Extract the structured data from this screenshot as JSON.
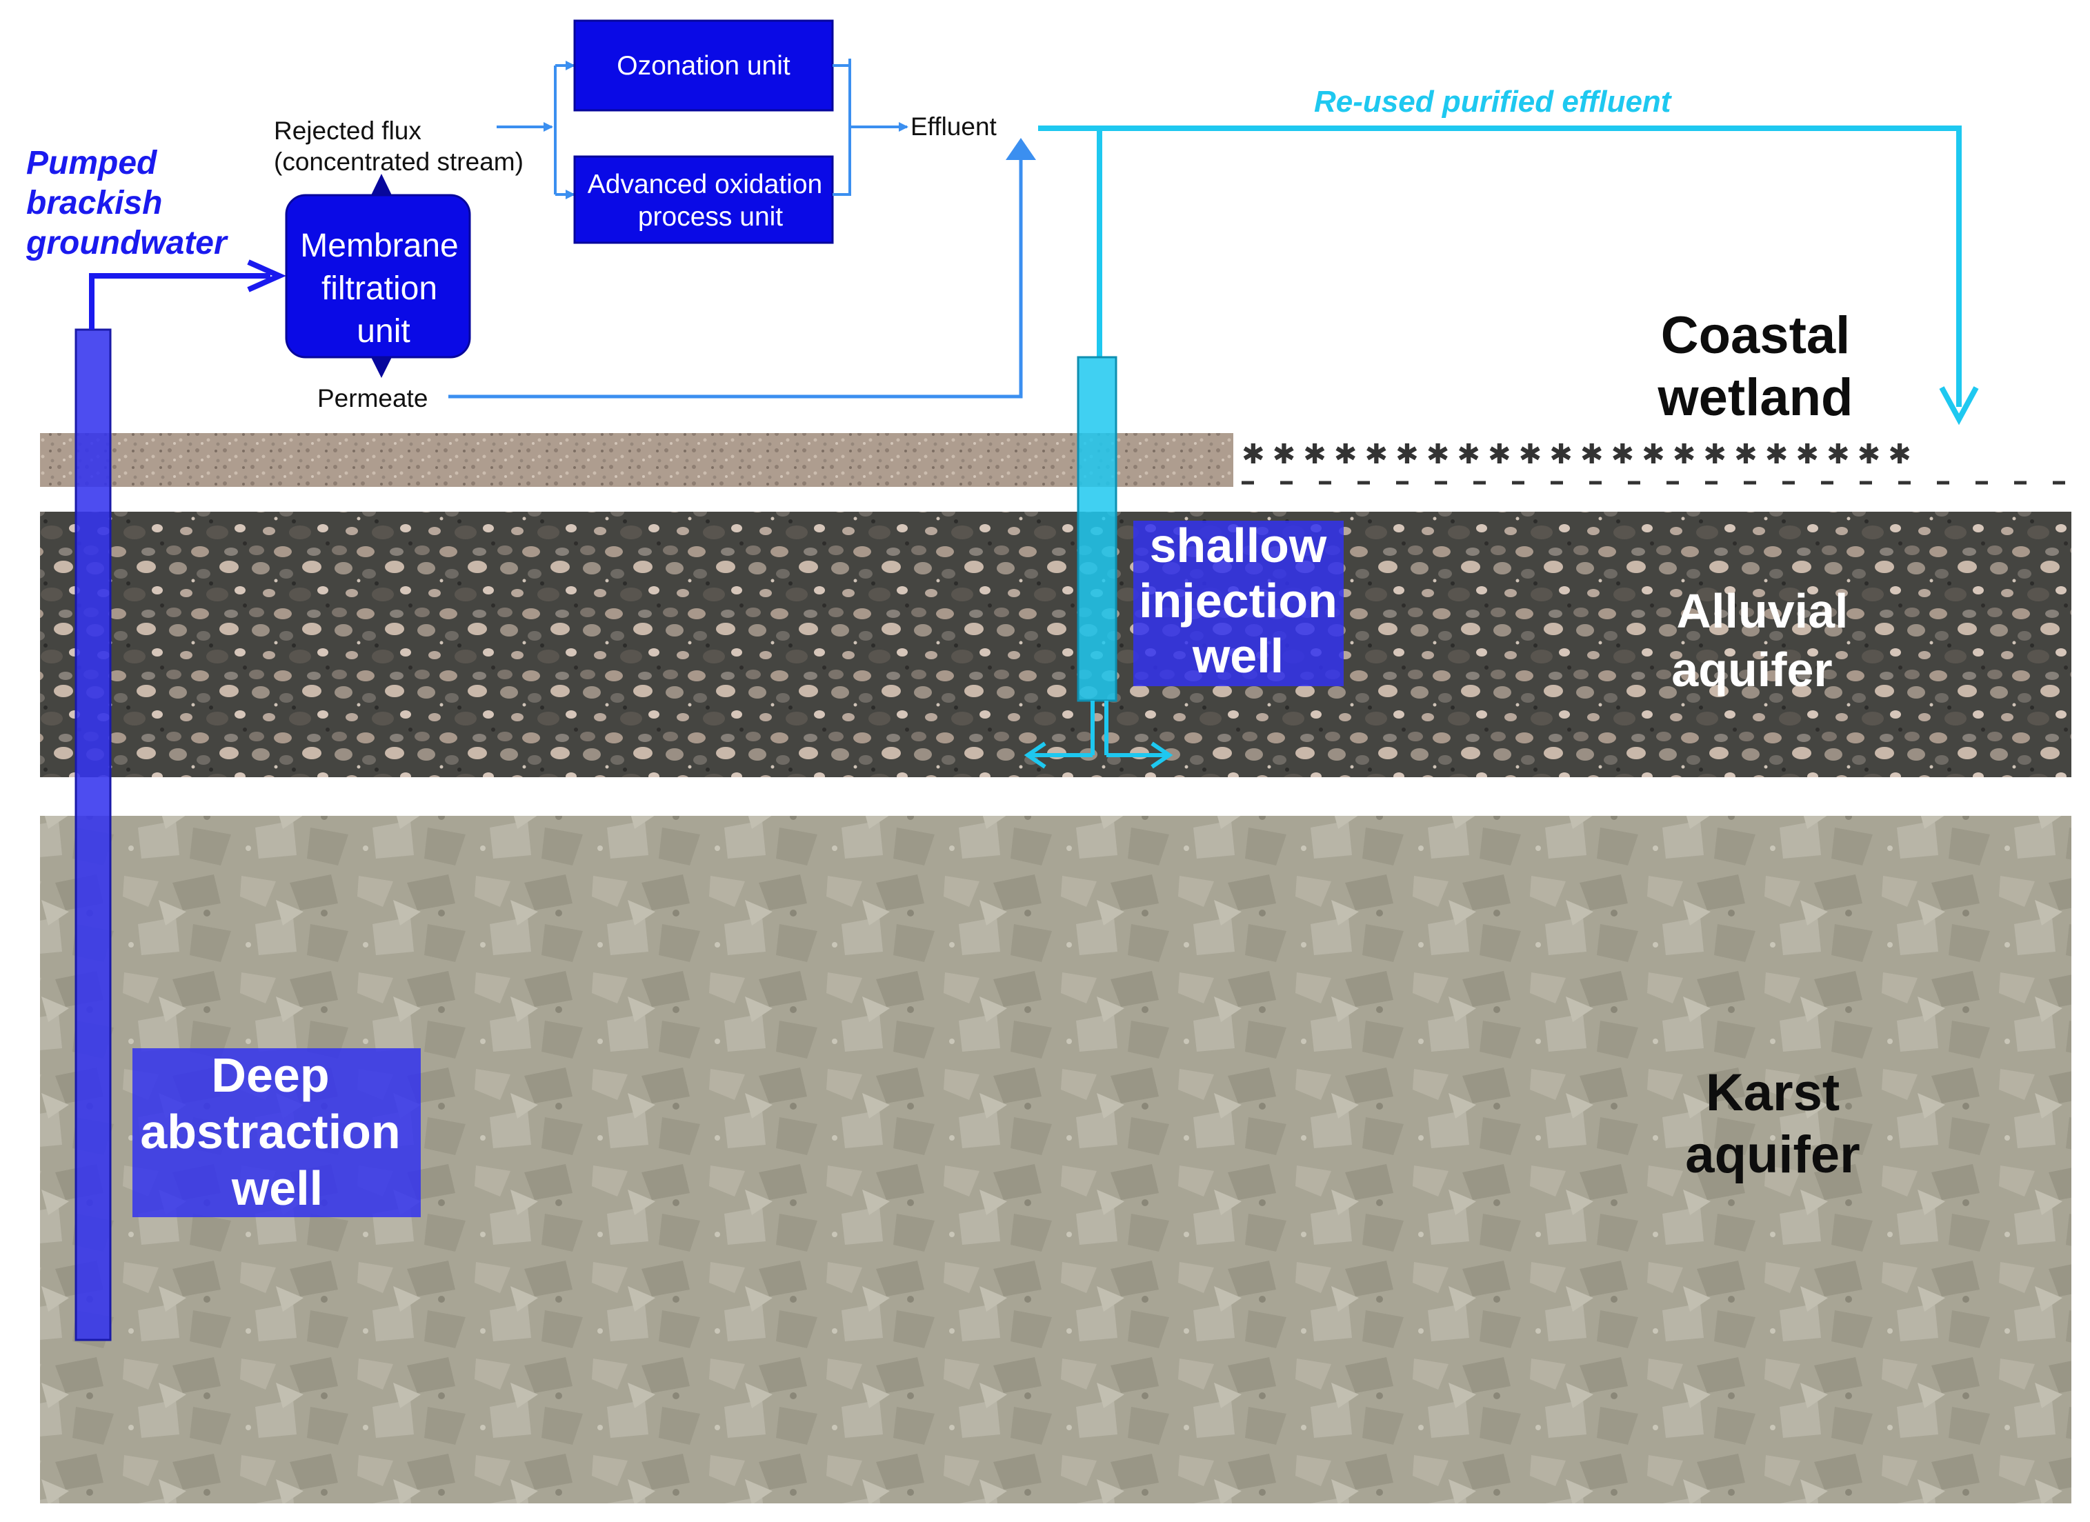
{
  "labels": {
    "pumped_line1": "Pumped",
    "pumped_line2": "brackish",
    "pumped_line3": "groundwater",
    "rejected_line1": "Rejected flux",
    "rejected_line2": "(concentrated stream)",
    "membrane_line1": "Membrane",
    "membrane_line2": "filtration",
    "membrane_line3": "unit",
    "ozonation": "Ozonation unit",
    "aop_line1": "Advanced oxidation",
    "aop_line2": "process unit",
    "effluent": "Effluent",
    "reused": "Re-used purified effluent",
    "permeate": "Permeate",
    "coastal_line1": "Coastal",
    "coastal_line2": "wetland",
    "shallow_line1": "shallow",
    "shallow_line2": "injection",
    "shallow_line3": "well",
    "alluvial_line1": "Alluvial",
    "alluvial_line2": "aquifer",
    "deep_line1": "Deep",
    "deep_line2": "abstraction",
    "deep_line3": "well",
    "karst_line1": "Karst",
    "karst_line2": "aquifer"
  },
  "colors": {
    "deep_blue": "#1a1aee",
    "box_blue": "#0a0ae6",
    "cyan": "#1ec8f0",
    "light_blue": "#3b8ff0",
    "soil": "#b0a090",
    "alluvial": "#4d4d4a",
    "karst": "#a9a596"
  }
}
